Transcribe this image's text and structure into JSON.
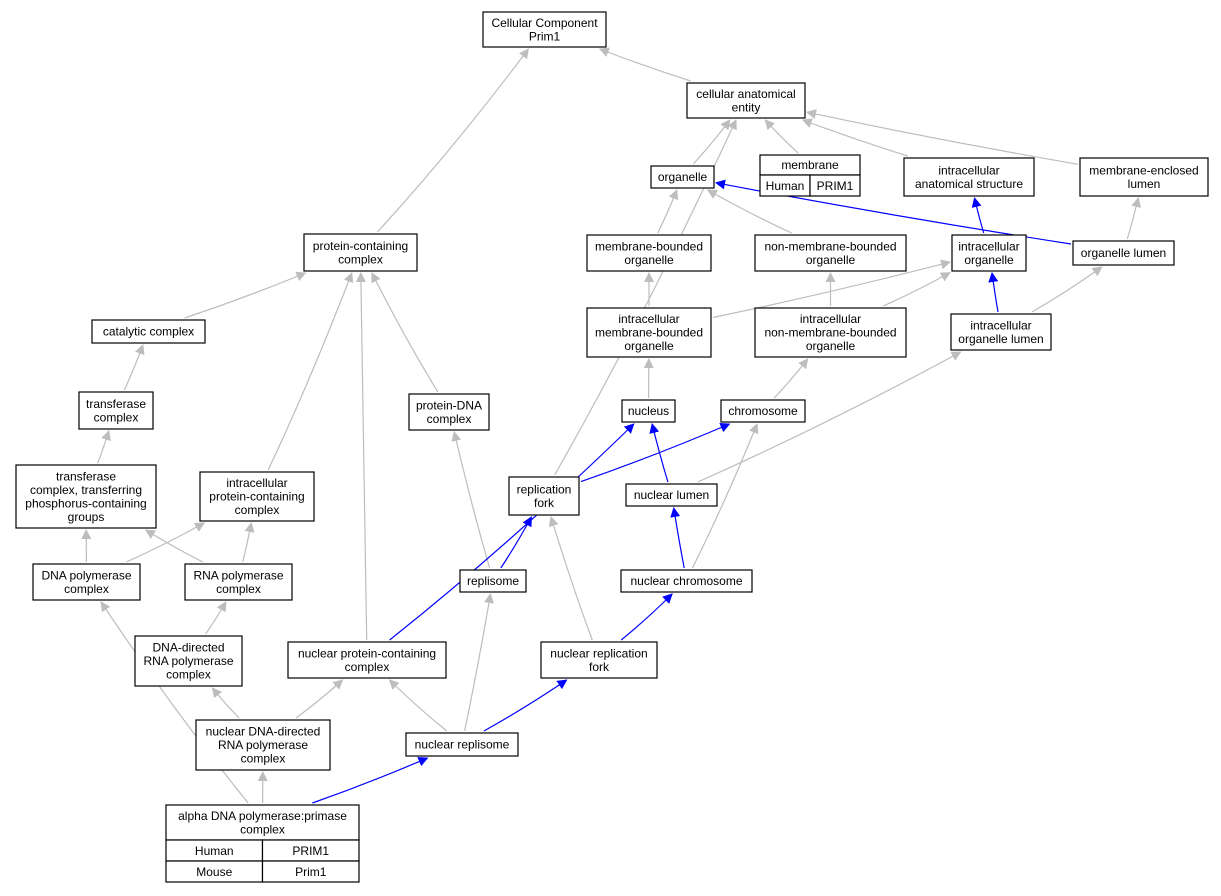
{
  "title": "Cellular Component Prim1",
  "colors": {
    "edge_default": "#bdbdbd",
    "edge_highlight": "#0000ff",
    "human_cell": "#ff6347",
    "mouse_cell": "#add8e6"
  },
  "nodes": {
    "root": [
      "Cellular Component",
      "Prim1"
    ],
    "cae": [
      "cellular anatomical",
      "entity"
    ],
    "membrane": [
      "membrane"
    ],
    "organelle": [
      "organelle"
    ],
    "ias": [
      "intracellular",
      "anatomical structure"
    ],
    "mel": [
      "membrane-enclosed",
      "lumen"
    ],
    "mbo": [
      "membrane-bounded",
      "organelle"
    ],
    "nmbo": [
      "non-membrane-bounded",
      "organelle"
    ],
    "io": [
      "intracellular",
      "organelle"
    ],
    "ol": [
      "organelle lumen"
    ],
    "pcc": [
      "protein-containing",
      "complex"
    ],
    "imbo": [
      "intracellular",
      "membrane-bounded",
      "organelle"
    ],
    "inmbo": [
      "intracellular",
      "non-membrane-bounded",
      "organelle"
    ],
    "iol": [
      "intracellular",
      "organelle lumen"
    ],
    "cat": [
      "catalytic complex"
    ],
    "transf": [
      "transferase",
      "complex"
    ],
    "pdna": [
      "protein-DNA",
      "complex"
    ],
    "nucleus": [
      "nucleus"
    ],
    "chrom": [
      "chromosome"
    ],
    "tcp": [
      "transferase",
      "complex, transferring",
      "phosphorus-containing",
      "groups"
    ],
    "ipcc": [
      "intracellular",
      "protein-containing",
      "complex"
    ],
    "rfork": [
      "replication",
      "fork"
    ],
    "nlumen": [
      "nuclear lumen"
    ],
    "dnapol": [
      "DNA polymerase",
      "complex"
    ],
    "rnapol": [
      "RNA polymerase",
      "complex"
    ],
    "repl": [
      "replisome"
    ],
    "nchrom": [
      "nuclear chromosome"
    ],
    "ddrna": [
      "DNA-directed",
      "RNA polymerase",
      "complex"
    ],
    "npcc": [
      "nuclear protein-containing",
      "complex"
    ],
    "nrfork": [
      "nuclear replication",
      "fork"
    ],
    "nddrna": [
      "nuclear DNA-directed",
      "RNA polymerase",
      "complex"
    ],
    "nrepl": [
      "nuclear replisome"
    ],
    "alpha": [
      "alpha DNA polymerase:primase",
      "complex"
    ]
  },
  "annotations": {
    "membrane": [
      [
        "Human",
        "PRIM1"
      ]
    ],
    "alpha": [
      [
        "Human",
        "PRIM1"
      ],
      [
        "Mouse",
        "Prim1"
      ]
    ]
  }
}
